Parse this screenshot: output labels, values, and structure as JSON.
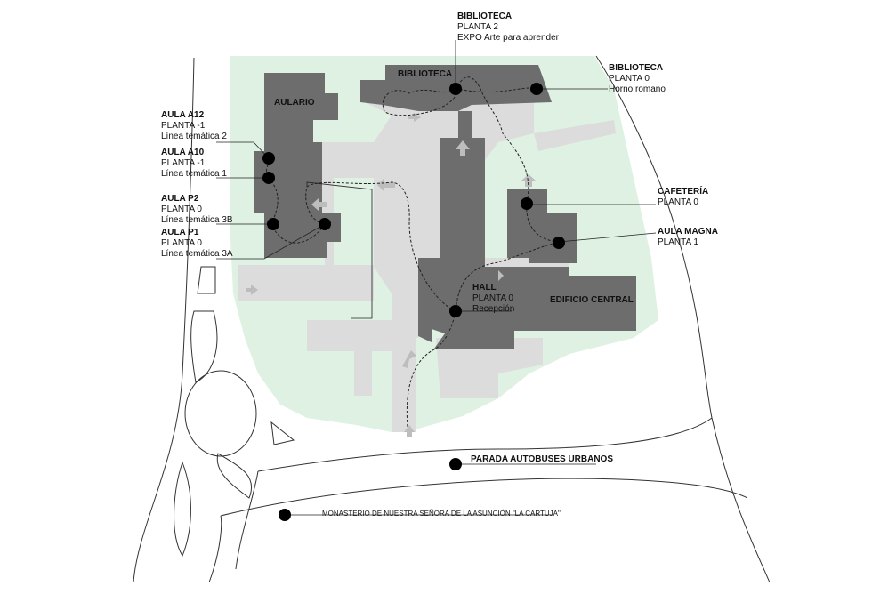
{
  "colors": {
    "campus": "#dff1e3",
    "paths": "#dcdcdc",
    "building": "#6d6d6d",
    "marker": "#000000",
    "arrow": "#bdbdbd"
  },
  "buildings": {
    "aulario": "AULARIO",
    "biblioteca": "BIBLIOTECA",
    "edificio_central": "EDIFICIO CENTRAL"
  },
  "points": [
    {
      "id": "biblioteca-p2",
      "title": "BIBLIOTECA",
      "lines": [
        "PLANTA 2",
        "EXPO Arte para aprender"
      ]
    },
    {
      "id": "biblioteca-p0",
      "title": "BIBLIOTECA",
      "lines": [
        "PLANTA 0",
        "Horno romano"
      ]
    },
    {
      "id": "aula-a12",
      "title": "AULA A12",
      "lines": [
        "PLANTA -1",
        "Línea temática 2"
      ]
    },
    {
      "id": "aula-a10",
      "title": "AULA A10",
      "lines": [
        "PLANTA -1",
        "Línea temática 1"
      ]
    },
    {
      "id": "aula-p2",
      "title": "AULA P2",
      "lines": [
        "PLANTA 0",
        "Línea temática 3B"
      ]
    },
    {
      "id": "aula-p1",
      "title": "AULA  P1",
      "lines": [
        "PLANTA 0",
        "Línea temática 3A"
      ]
    },
    {
      "id": "cafeteria",
      "title": "CAFETERÍA",
      "lines": [
        "PLANTA 0"
      ]
    },
    {
      "id": "aula-magna",
      "title": "AULA MAGNA",
      "lines": [
        "PLANTA 1"
      ]
    },
    {
      "id": "hall",
      "title": "HALL",
      "lines": [
        "PLANTA 0",
        "Recepción"
      ]
    }
  ],
  "bus_stop": "PARADA AUTOBUSES URBANOS",
  "monastery": "MONASTERIO DE NUESTRA SEÑORA DE LA ASUNCIÓN \"LA CARTUJA\""
}
